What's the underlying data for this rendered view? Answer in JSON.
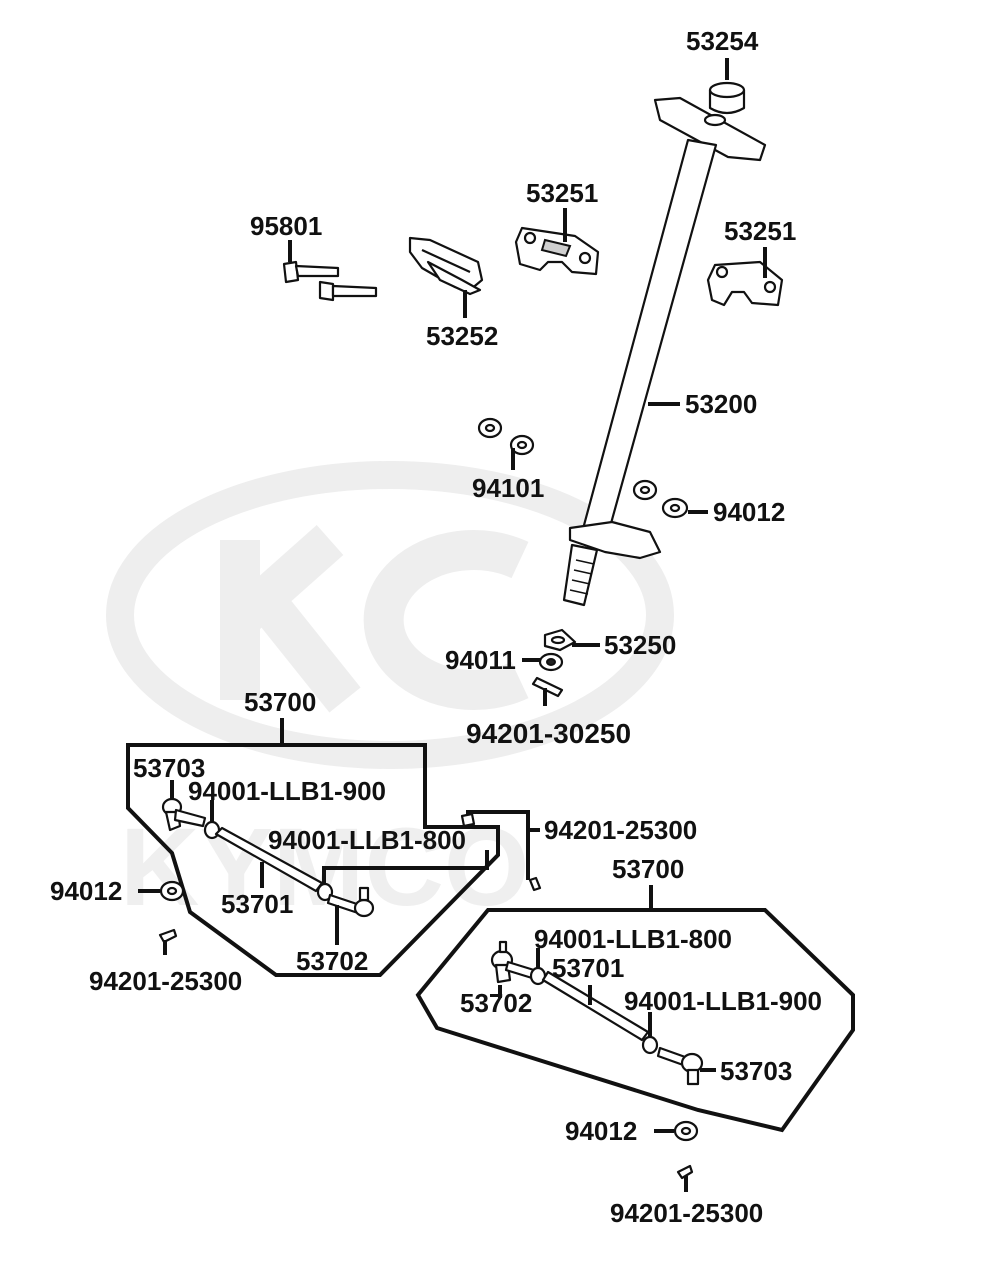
{
  "watermark": {
    "brand_text": "KYMCO",
    "color": "#eeeeee"
  },
  "colors": {
    "ink": "#111111",
    "background": "#ffffff"
  },
  "labels": {
    "p53254": "53254",
    "p53251_a": "53251",
    "p53251_b": "53251",
    "p95801": "95801",
    "p53252": "53252",
    "p53200": "53200",
    "p94101": "94101",
    "p94012_top": "94012",
    "p53250": "53250",
    "p94011": "94011",
    "p94201_30250": "94201-30250",
    "p53700_left": "53700",
    "p53703_left": "53703",
    "p94001_900_left": "94001-LLB1-900",
    "p94001_800_left": "94001-LLB1-800",
    "p94201_25300_mid": "94201-25300",
    "p94012_left": "94012",
    "p53701_left": "53701",
    "p53702_left": "53702",
    "p94201_25300_left": "94201-25300",
    "p53700_right": "53700",
    "p94001_800_right": "94001-LLB1-800",
    "p53701_right": "53701",
    "p53702_right": "53702",
    "p94001_900_right": "94001-LLB1-900",
    "p53703_right": "53703",
    "p94012_bottom": "94012",
    "p94201_25300_bottom": "94201-25300"
  }
}
